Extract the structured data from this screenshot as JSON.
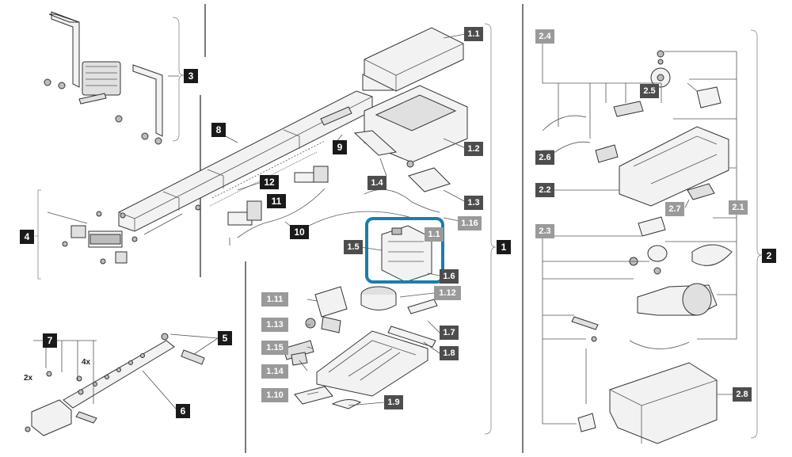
{
  "accent": "#1a7fa8",
  "labels": {
    "l1_1": "1.1",
    "l1_2": "1.2",
    "l1_3": "1.3",
    "l1_4": "1.4",
    "l1_16": "1.16",
    "l1_1b": "1.1",
    "l1_5": "1.5",
    "l1_6": "1.6",
    "l1_11": "1.11",
    "l1_12": "1.12",
    "l1_13": "1.13",
    "l1_7": "1.7",
    "l1_8": "1.8",
    "l1_15": "1.15",
    "l1_14": "1.14",
    "l1_10": "1.10",
    "l1_9": "1.9",
    "l1": "1",
    "l3": "3",
    "l8": "8",
    "l9": "9",
    "l12": "12",
    "l11": "11",
    "l10": "10",
    "l4": "4",
    "l5": "5",
    "l7": "7",
    "l6": "6",
    "l2_4": "2.4",
    "l2_5": "2.5",
    "l2_6": "2.6",
    "l2_2": "2.2",
    "l2_7": "2.7",
    "l2_1": "2.1",
    "l2_3": "2.3",
    "l2": "2",
    "l2_8": "2.8"
  },
  "qty": {
    "q2x": "2x",
    "q4x": "4x"
  }
}
